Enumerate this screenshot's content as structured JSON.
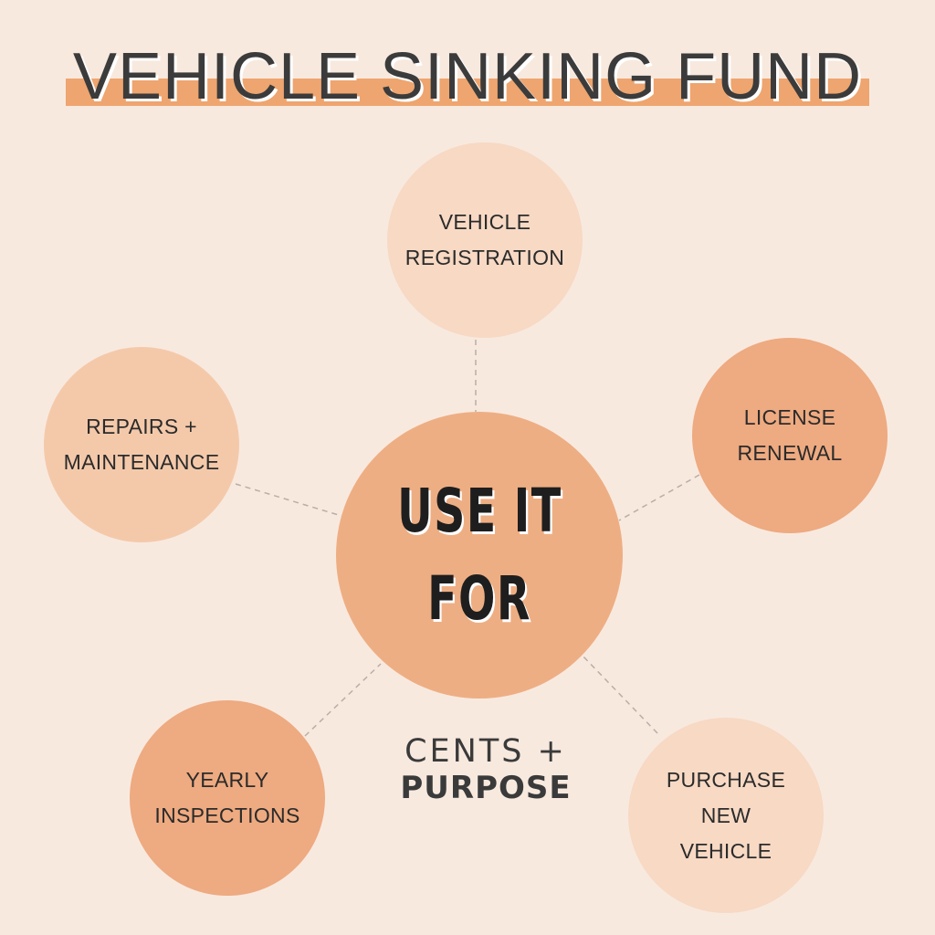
{
  "title": "VEHICLE SINKING FUND",
  "center": {
    "line1": "USE IT",
    "line2": "FOR"
  },
  "items": [
    {
      "line1": "VEHICLE",
      "line2": "REGISTRATION"
    },
    {
      "line1": "LICENSE",
      "line2": "RENEWAL"
    },
    {
      "line1": "REPAIRS +",
      "line2": "MAINTENANCE"
    },
    {
      "line1": "YEARLY",
      "line2": "INSPECTIONS"
    },
    {
      "line1": "PURCHASE",
      "line2": "NEW",
      "line3": "VEHICLE"
    }
  ],
  "logo": {
    "top": "CENTS +",
    "bottom": "PURPOSE"
  },
  "colors": {
    "background": "#f8e9df",
    "accent_bar": "#eea56f",
    "circle_light": "#f7d9c4",
    "circle_mid": "#f4c9aa",
    "circle_deep": "#eeaa80",
    "center_circle": "#eeae83"
  }
}
